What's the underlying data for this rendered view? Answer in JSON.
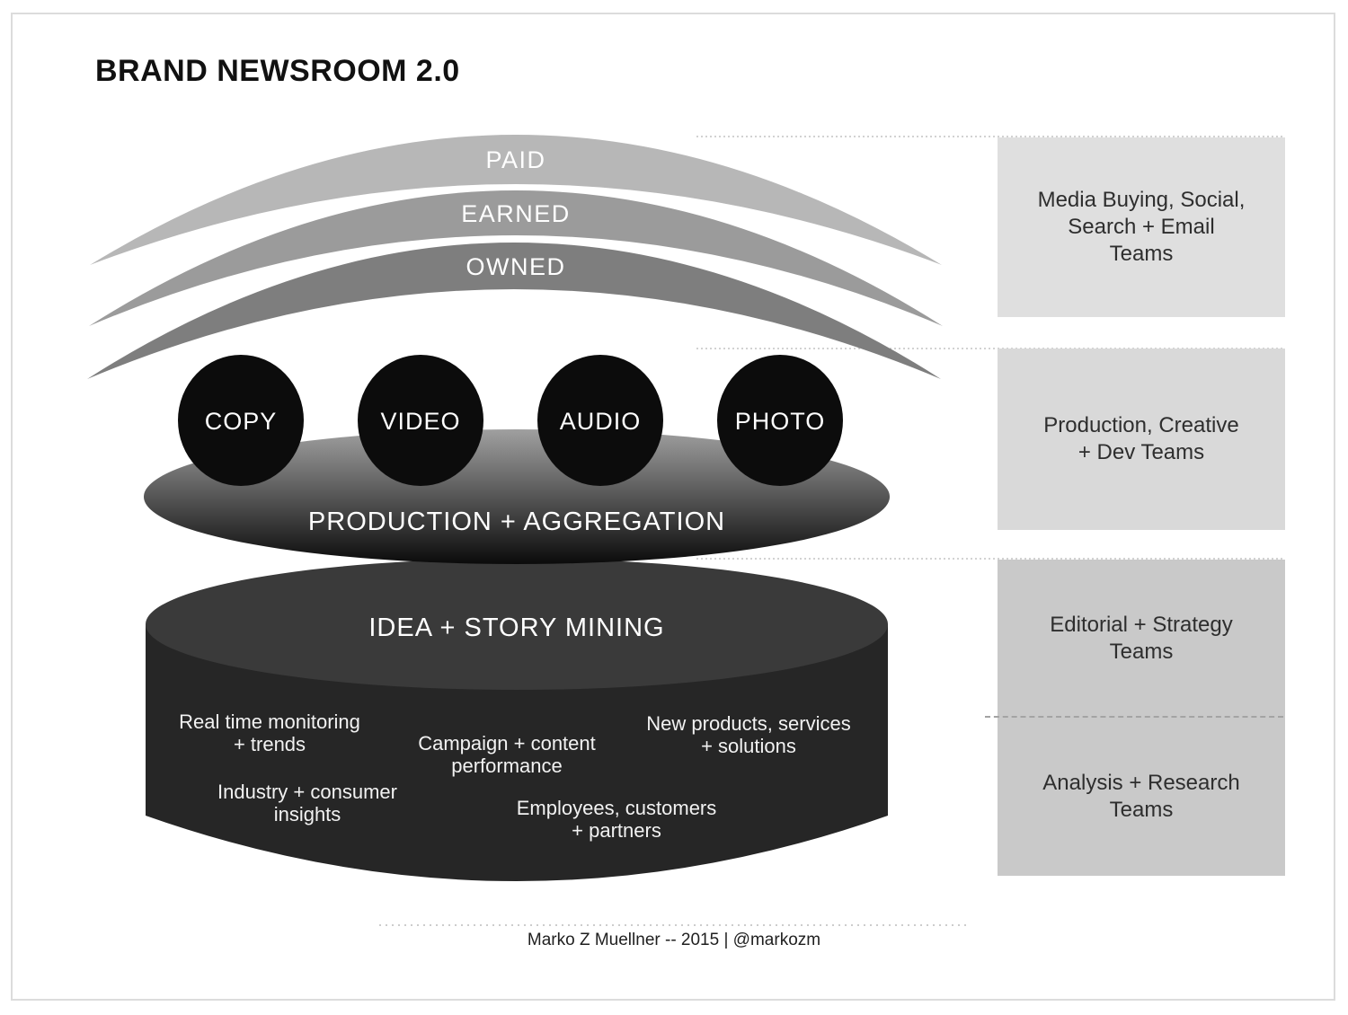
{
  "page": {
    "title": "BRAND NEWSROOM 2.0",
    "footer": "Marko Z Muellner --  2015  |  @markozm"
  },
  "funnel": {
    "bands": [
      {
        "label": "PAID",
        "color": "#b7b7b7"
      },
      {
        "label": "EARNED",
        "color": "#9b9b9b"
      },
      {
        "label": "OWNED",
        "color": "#7e7e7e"
      }
    ],
    "channels": [
      {
        "label": "COPY"
      },
      {
        "label": "VIDEO"
      },
      {
        "label": "AUDIO"
      },
      {
        "label": "PHOTO"
      }
    ],
    "channel_color": "#0c0c0c",
    "production_label": "PRODUCTION + AGGREGATION",
    "production_gradient": [
      "#a0a0a0",
      "#0b0b0b"
    ],
    "idea_label": "IDEA + STORY MINING",
    "cylinder_top_color": "#3a3a3a",
    "cylinder_body_color": "#262626",
    "mining_items": [
      {
        "lines": [
          "Real time monitoring",
          "+ trends"
        ]
      },
      {
        "lines": [
          "Campaign + content",
          "performance"
        ]
      },
      {
        "lines": [
          "New products, services",
          "+ solutions"
        ]
      },
      {
        "lines": [
          "Industry + consumer",
          "insights"
        ]
      },
      {
        "lines": [
          "Employees, customers",
          "+ partners"
        ]
      }
    ]
  },
  "right_panel": {
    "boxes": [
      {
        "lines": [
          "Media Buying, Social,",
          "Search + Email",
          "Teams"
        ],
        "bg": "#dfdfdf"
      },
      {
        "lines": [
          "Production, Creative",
          "+ Dev Teams"
        ],
        "bg": "#d9d9d9"
      },
      {
        "lines": [
          "Editorial + Strategy",
          "Teams"
        ],
        "bg": "#c9c9c9"
      },
      {
        "lines": [
          "Analysis + Research",
          "Teams"
        ],
        "bg": "#c9c9c9"
      }
    ]
  }
}
